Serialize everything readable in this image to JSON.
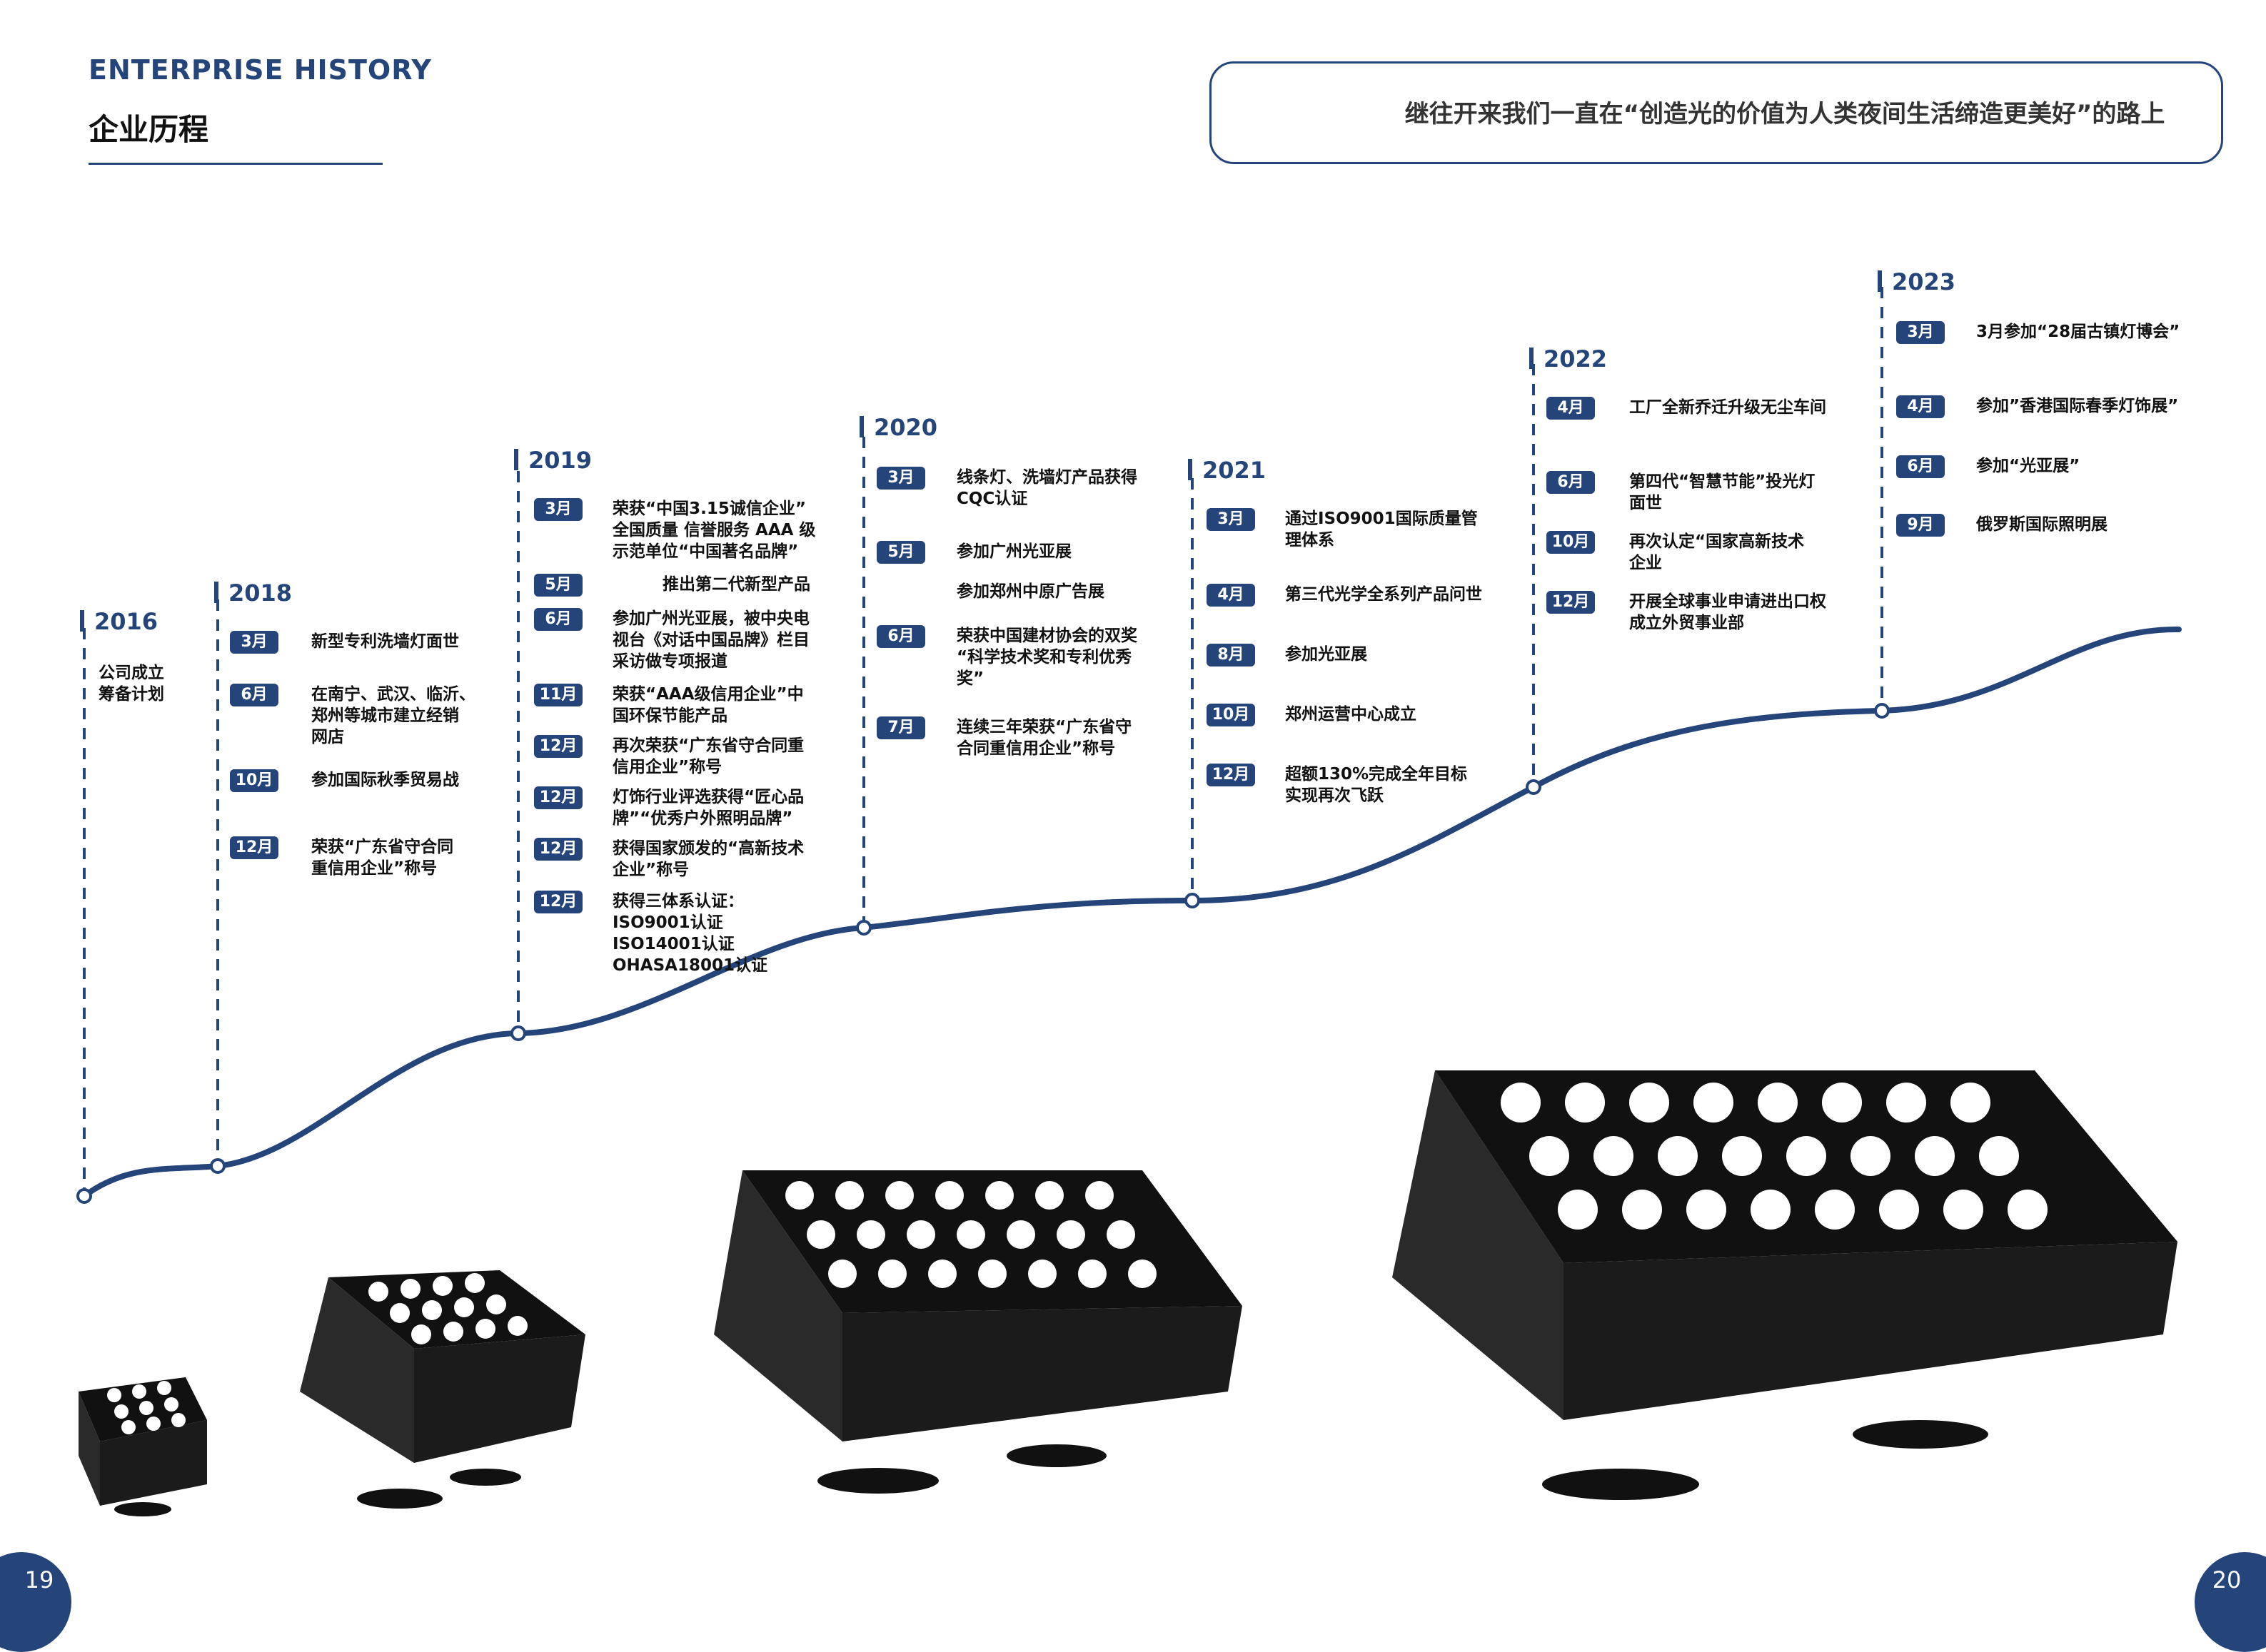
{
  "header": {
    "title_en": "ENTERPRISE HISTORY",
    "title_cn": "企业历程",
    "slogan": "继往开来我们一直在“创造光的价值为人类夜间生活缔造更美好”的路上"
  },
  "timeline": {
    "years": [
      {
        "year": "2016",
        "events": [
          {
            "month": "",
            "text": "公司成立\n筹备计划"
          }
        ]
      },
      {
        "year": "2018",
        "events": [
          {
            "month": "3月",
            "text": "新型专利洗墙灯面世"
          },
          {
            "month": "6月",
            "text": "在南宁、武汉、临沂、\n郑州等城市建立经销\n网店"
          },
          {
            "month": "10月",
            "text": "参加国际秋季贸易战"
          },
          {
            "month": "12月",
            "text": "荣获“广东省守合同\n重信用企业”称号"
          }
        ]
      },
      {
        "year": "2019",
        "events": [
          {
            "month": "3月",
            "text": "荣获“中国3.15诚信企业”\n全国质量 信誉服务 AAA 级\n示范单位“中国著名品牌”"
          },
          {
            "month": "5月",
            "text": "推出第二代新型产品"
          },
          {
            "month": "6月",
            "text": "参加广州光亚展，被中央电\n视台《对话中国品牌》栏目\n采访做专项报道"
          },
          {
            "month": "11月",
            "text": "荣获“AAA级信用企业”中\n国环保节能产品"
          },
          {
            "month": "12月",
            "text": "再次荣获“广东省守合同重\n信用企业”称号"
          },
          {
            "month": "12月",
            "text": "灯饰行业评选获得“匠心品\n牌”“优秀户外照明品牌”"
          },
          {
            "month": "12月",
            "text": "获得国家颁发的“高新技术\n企业”称号"
          },
          {
            "month": "12月",
            "text": "获得三体系认证：\nISO9001认证\nISO14001认证\nOHASA18001认证"
          }
        ]
      },
      {
        "year": "2020",
        "events": [
          {
            "month": "3月",
            "text": "线条灯、洗墙灯产品获得\nCQC认证"
          },
          {
            "month": "5月",
            "text": "参加广州光亚展"
          },
          {
            "month": "",
            "text": "参加郑州中原广告展"
          },
          {
            "month": "6月",
            "text": "荣获中国建材协会的双奖\n“科学技术奖和专利优秀\n奖”"
          },
          {
            "month": "7月",
            "text": "连续三年荣获“广东省守\n合同重信用企业”称号"
          }
        ]
      },
      {
        "year": "2021",
        "events": [
          {
            "month": "3月",
            "text": "通过ISO9001国际质量管\n理体系"
          },
          {
            "month": "4月",
            "text": "第三代光学全系列产品问世"
          },
          {
            "month": "8月",
            "text": "参加光亚展"
          },
          {
            "month": "10月",
            "text": "郑州运营中心成立"
          },
          {
            "month": "12月",
            "text": "超额130%完成全年目标\n实现再次飞跃"
          }
        ]
      },
      {
        "year": "2022",
        "events": [
          {
            "month": "4月",
            "text": "工厂全新乔迁升级无尘车间"
          },
          {
            "month": "6月",
            "text": "第四代“智慧节能”投光灯\n面世"
          },
          {
            "month": "10月",
            "text": "再次认定“国家高新技术\n企业"
          },
          {
            "month": "12月",
            "text": "开展全球事业申请进出口权\n成立外贸事业部"
          }
        ]
      },
      {
        "year": "2023",
        "events": [
          {
            "month": "3月",
            "text": "3月参加“28届古镇灯博会”"
          },
          {
            "month": "4月",
            "text": "参加”香港国际春季灯饰展”"
          },
          {
            "month": "6月",
            "text": "参加“光亚展”"
          },
          {
            "month": "9月",
            "text": "俄罗斯国际照明展"
          }
        ]
      }
    ]
  },
  "pages": {
    "left": "19",
    "right": "20"
  },
  "colors": {
    "accent": "#25457a"
  },
  "icons": [
    "floodlight-product-small",
    "floodlight-product-medium",
    "floodlight-product-large",
    "floodlight-product-xlarge"
  ]
}
